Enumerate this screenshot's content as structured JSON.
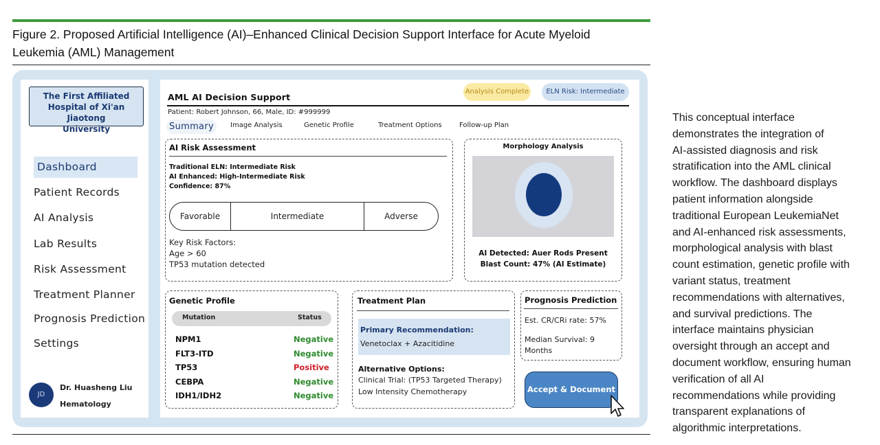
{
  "figure": {
    "title_line1": "Figure 2. Proposed Artificial Intelligence (AI)–Enhanced Clinical Decision Support Interface for Acute Myeloid",
    "title_line2": "Leukemia (AML) Management",
    "accent_color": "#3f9a3f"
  },
  "sidebar": {
    "hospital_line1": "The First Affiliated",
    "hospital_line2": "Hospital of Xi'an Jiaotong",
    "hospital_line3": "University",
    "items": [
      {
        "label": "Dashboard",
        "active": true
      },
      {
        "label": "Patient Records"
      },
      {
        "label": "AI Analysis"
      },
      {
        "label": "Lab Results"
      },
      {
        "label": "Risk Assessment"
      },
      {
        "label": "Treatment Planner"
      },
      {
        "label": "Prognosis Prediction"
      },
      {
        "label": "Settings"
      }
    ],
    "user": {
      "initials": "JD",
      "name": "Dr. Huasheng Liu",
      "department": "Hematology"
    }
  },
  "header": {
    "title": "AML AI Decision Support",
    "status_badge": "Analysis Complete",
    "risk_badge": "ELN Risk: Intermediate",
    "patient": "Patient: Robert Johnson, 66, Male, ID: #999999",
    "tabs": [
      "Summary",
      "Image Analysis",
      "Genetic Profile",
      "Treatment Options",
      "Follow-up Plan"
    ]
  },
  "risk": {
    "title": "AI Risk Assessment",
    "traditional": "Traditional ELN: Intermediate Risk",
    "enhanced": "AI Enhanced: High-Intermediate Risk",
    "confidence": "Confidence: 87%",
    "levels": [
      "Favorable",
      "Intermediate",
      "Adverse"
    ],
    "factors_title": "Key Risk Factors:",
    "factors": [
      "Age > 60",
      "TP53 mutation detected"
    ]
  },
  "morphology": {
    "title": "Morphology Analysis",
    "finding": "AI Detected: Auer Rods Present",
    "blast": "Blast Count: 47% (AI Estimate)"
  },
  "genetic": {
    "title": "Genetic Profile",
    "col_mutation": "Mutation",
    "col_status": "Status",
    "rows": [
      {
        "gene": "NPM1",
        "status": "Negative"
      },
      {
        "gene": "FLT3-ITD",
        "status": "Negative"
      },
      {
        "gene": "TP53",
        "status": "Positive"
      },
      {
        "gene": "CEBPA",
        "status": "Negative"
      },
      {
        "gene": "IDH1/IDH2",
        "status": "Negative"
      }
    ],
    "negative_color": "#2e8b2e",
    "positive_color": "#d0202a"
  },
  "treatment": {
    "title": "Treatment Plan",
    "primary_label": "Primary Recommendation:",
    "primary_value": "Venetoclax + Azacitidine",
    "alt_label": "Alternative Options:",
    "alt_options": [
      "Clinical Trial: (TP53 Targeted Therapy)",
      "Low Intensity Chemotherapy"
    ]
  },
  "prognosis": {
    "title": "Prognosis Prediction",
    "cr_rate": "Est. CR/CRi rate:  57%",
    "survival_line1": "Median Survival:  9",
    "survival_line2": "Months"
  },
  "action": {
    "accept_label": "Accept & Document"
  },
  "caption_lines": [
    "This conceptual interface",
    "demonstrates the integration of",
    "AI-assisted diagnosis and risk",
    "stratification into the AML clinical",
    "workflow. The dashboard displays",
    "patient information alongside",
    "traditional European LeukemiaNet",
    "and AI-enhanced risk assessments,",
    "morphological analysis with blast",
    "count estimation, genetic profile with",
    "variant status, treatment",
    "recommendations with alternatives,",
    "and survival predictions. The",
    "interface maintains physician",
    "oversight through an accept and",
    "document workflow, ensuring human",
    "verification of all AI",
    "recommendations while providing",
    "transparent explanations of",
    "algorithmic interpretations."
  ]
}
